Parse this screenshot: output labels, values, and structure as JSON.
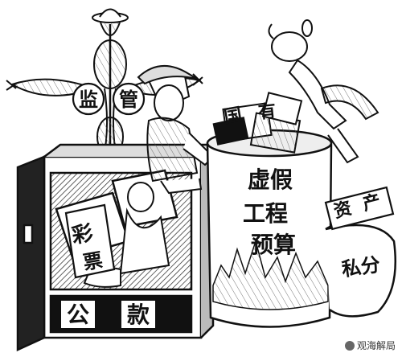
{
  "scarecrow": {
    "tag_left": "监",
    "tag_right": "管"
  },
  "safe": {
    "char_left": "公",
    "char_right": "款"
  },
  "lottery_ticket": {
    "char_top": "彩",
    "char_bottom": "票"
  },
  "cash_bundle": {
    "char_left": "国",
    "char_right": "有"
  },
  "barrel": {
    "line1": "虚假",
    "line2": "工程",
    "line3": "预算"
  },
  "money_sign": {
    "char_left": "资",
    "char_right": "产"
  },
  "sack": {
    "text": "私分"
  },
  "watermark": {
    "text": "观海解局"
  },
  "colors": {
    "ink": "#111111",
    "paper": "#ffffff",
    "shade": "#888888"
  }
}
